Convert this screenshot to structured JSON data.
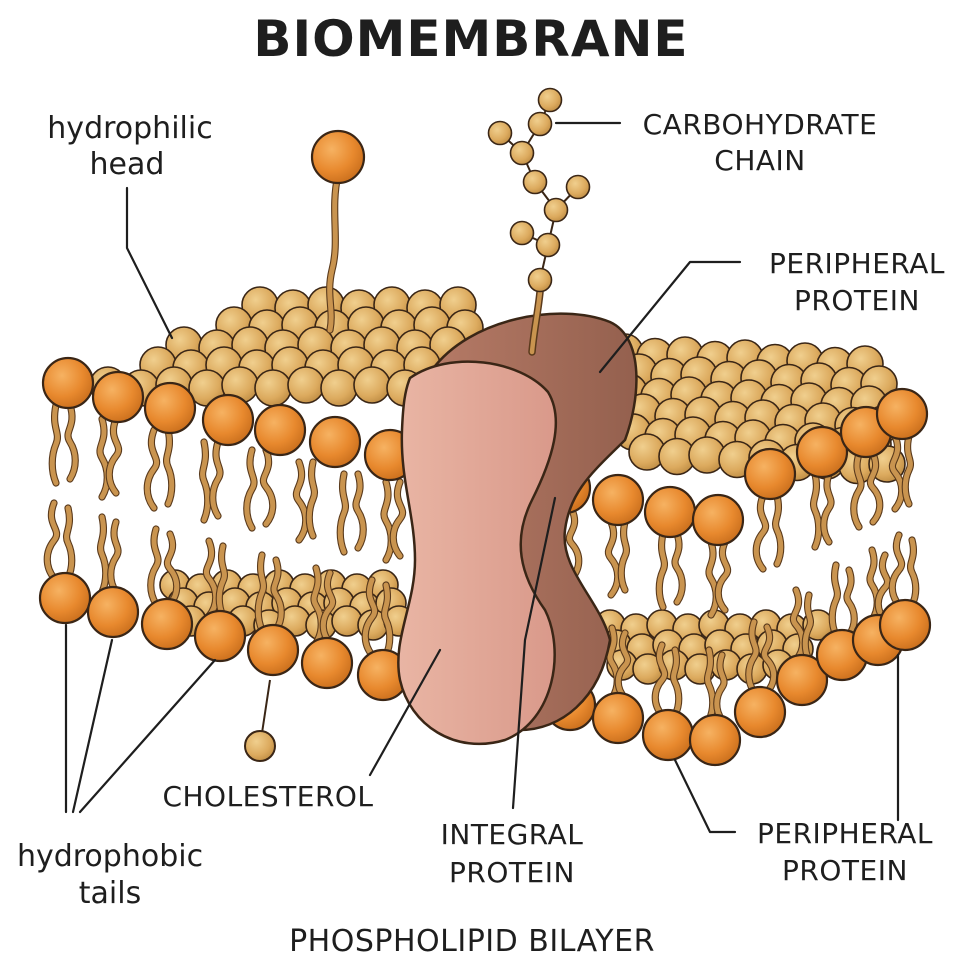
{
  "title": "BIOMEMBRANE",
  "caption": "PHOSPHOLIPID BILAYER",
  "labels": {
    "hydrophilic_head": [
      "hydrophilic",
      "head"
    ],
    "carbohydrate_chain": [
      "CARBOHYDRATE",
      "CHAIN"
    ],
    "peripheral_protein_top": [
      "PERIPHERAL",
      "PROTEIN"
    ],
    "cholesterol": "CHOLESTEROL",
    "integral_protein": [
      "INTEGRAL",
      "PROTEIN"
    ],
    "peripheral_protein_bottom": [
      "PERIPHERAL",
      "PROTEIN"
    ],
    "hydrophobic_tails": [
      "hydrophobic",
      "tails"
    ]
  },
  "colors": {
    "head_front": "#e8892e",
    "head_back": "#dcaa5e",
    "tail": "#c9944f",
    "protein_light": "#e3a998",
    "protein_dark": "#a96f5c",
    "carbohydrate": "#dcaa5e",
    "outline": "#3a2616"
  }
}
